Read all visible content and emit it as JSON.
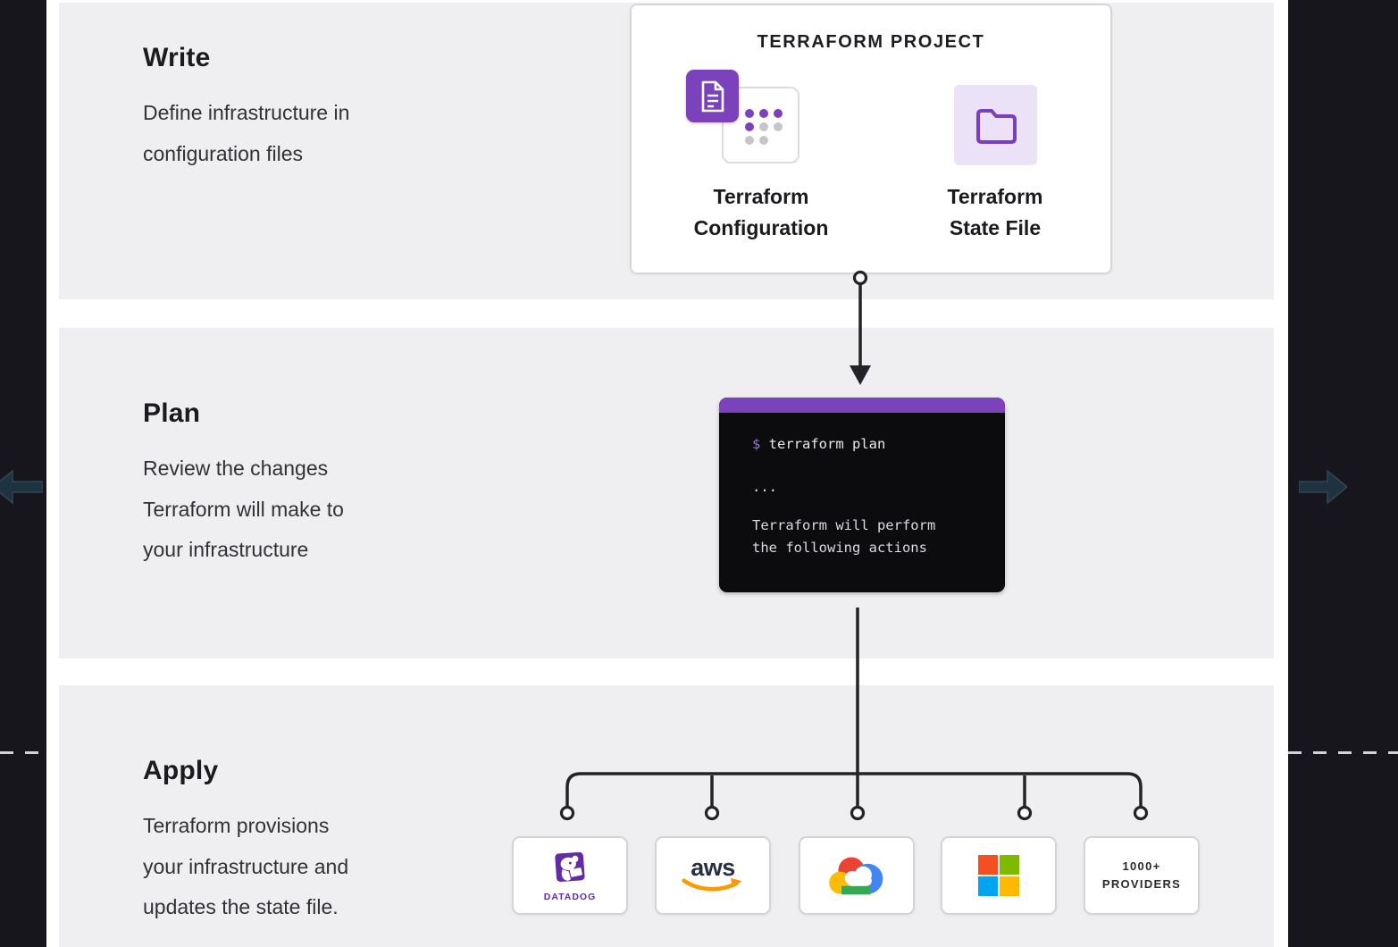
{
  "stages": [
    {
      "title": "Write",
      "description_lines": [
        "Define infrastructure in",
        "configuration files"
      ]
    },
    {
      "title": "Plan",
      "description_lines": [
        "Review the changes",
        "Terraform will make to",
        "your infrastructure"
      ]
    },
    {
      "title": "Apply",
      "description_lines": [
        "Terraform provisions",
        "your infrastructure and",
        "updates the state file."
      ]
    }
  ],
  "project_card": {
    "title": "TERRAFORM PROJECT",
    "items": [
      {
        "icon": "terraform-configuration-icon",
        "label_lines": [
          "Terraform",
          "Configuration"
        ]
      },
      {
        "icon": "terraform-state-folder-icon",
        "label_lines": [
          "Terraform",
          "State File"
        ]
      }
    ]
  },
  "terminal": {
    "prompt": "$",
    "command": " terraform plan",
    "ellipsis": "...",
    "output_lines": [
      "Terraform will perform",
      "the following actions"
    ]
  },
  "providers": [
    {
      "name": "Datadog",
      "wordmark": "DATADOG"
    },
    {
      "name": "AWS",
      "wordmark": "aws"
    },
    {
      "name": "Google Cloud"
    },
    {
      "name": "Microsoft"
    },
    {
      "name": "More providers",
      "label_lines": [
        "1000+",
        "PROVIDERS"
      ]
    }
  ],
  "colors": {
    "accent_purple": "#7b42bc",
    "light_purple": "#ebe2f7",
    "connector": "#232327",
    "band_gray": "#efeef0",
    "edge_bar": "#17161d",
    "edge_arrow": "#1f3240",
    "datadog_purple": "#632ca6",
    "aws_navy": "#252f3e",
    "aws_orange": "#ff9900",
    "microsoft_squares": [
      "#f25022",
      "#7fba00",
      "#00a4ef",
      "#ffb900"
    ],
    "google_cloud": [
      "#ea4335",
      "#fbbc05",
      "#34a853",
      "#4285f4"
    ]
  }
}
